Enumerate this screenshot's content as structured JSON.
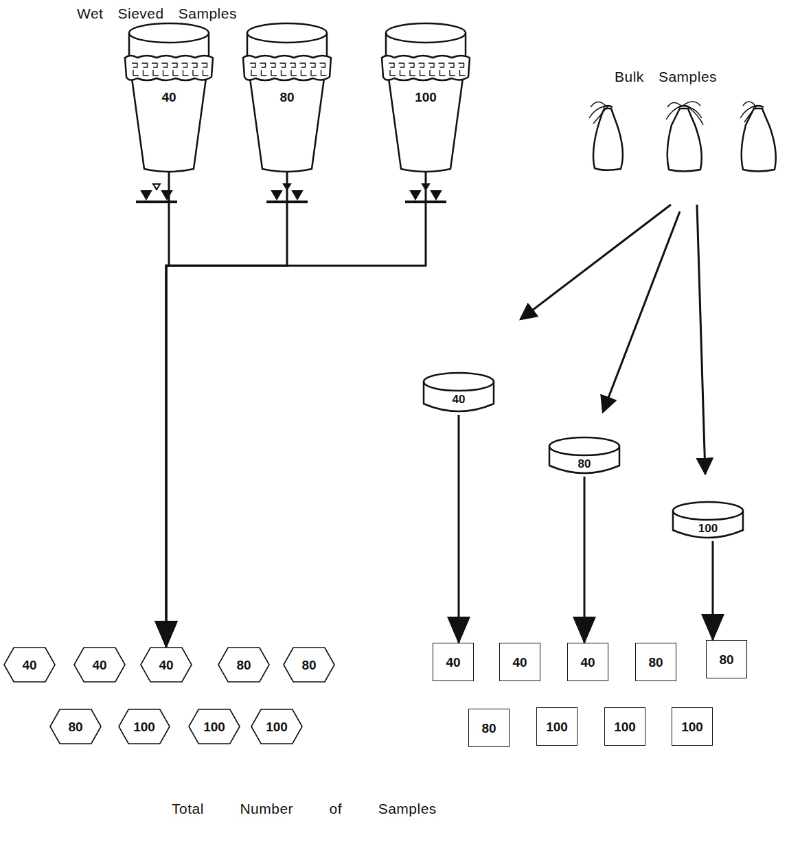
{
  "diagram": {
    "caption": "Total Number of Samples",
    "nodes": [
      {
        "text": [
          "40"
        ]
      },
      {
        "text": [
          "80"
        ]
      },
      {
        "text": [
          "100"
        ]
      },
      {
        "text": [
          "40"
        ]
      },
      {
        "text": [
          "80"
        ]
      },
      {
        "text": [
          "100"
        ]
      },
      {
        "text": [
          "40"
        ]
      },
      {
        "text": [
          "40"
        ]
      },
      {
        "text": [
          "40"
        ]
      },
      {
        "text": [
          "80"
        ]
      },
      {
        "text": [
          "80"
        ]
      },
      {
        "text": [
          "80"
        ]
      },
      {
        "text": [
          "100"
        ]
      },
      {
        "text": [
          "100"
        ]
      },
      {
        "text": [
          "100"
        ]
      },
      {
        "text": [
          "40"
        ]
      },
      {
        "text": [
          "40"
        ]
      },
      {
        "text": [
          "40"
        ]
      },
      {
        "text": [
          "80"
        ]
      },
      {
        "text": [
          "80"
        ]
      },
      {
        "text": [
          "80"
        ]
      },
      {
        "text": [
          "100"
        ]
      },
      {
        "text": [
          "100"
        ]
      },
      {
        "text": [
          "100"
        ]
      }
    ],
    "edges": [
      {
        "from": 0,
        "to": 8,
        "arrow": "to"
      },
      {
        "from": 1,
        "to": 8,
        "arrow": "to"
      },
      {
        "from": 2,
        "to": 8,
        "arrow": "to"
      },
      {
        "from": 3,
        "to": 15,
        "arrow": "to"
      },
      {
        "from": 4,
        "to": 17,
        "arrow": "to"
      },
      {
        "from": 5,
        "to": 19,
        "arrow": "to"
      }
    ],
    "labels": [
      "Wet Sieved Samples",
      "Bulk Samples"
    ]
  }
}
